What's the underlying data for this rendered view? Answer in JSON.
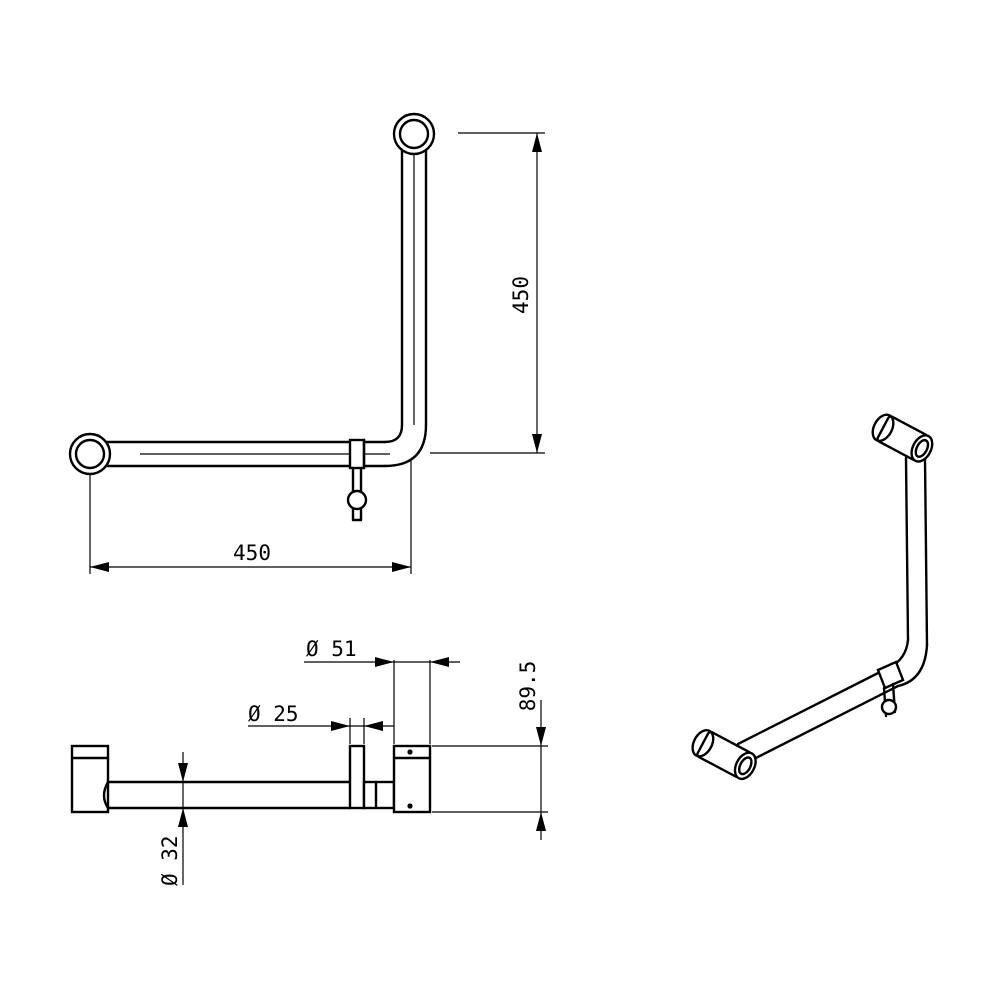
{
  "dimensions": {
    "vertical_length": "450",
    "horizontal_length": "450",
    "flange_diameter": "Ø 51",
    "post_diameter": "Ø 25",
    "projection": "89.5",
    "tube_diameter": "Ø 32"
  }
}
